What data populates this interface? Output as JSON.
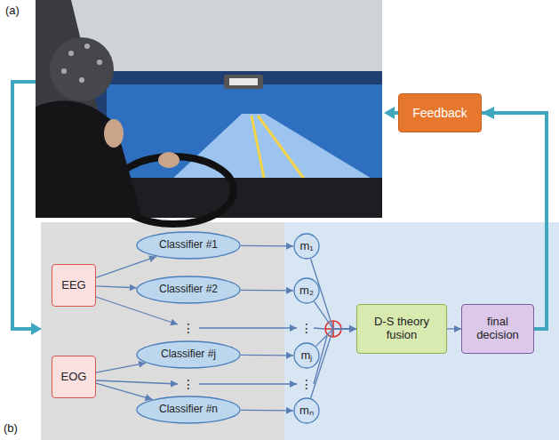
{
  "diagram": {
    "nodes": [
      {
        "text": [
          "Feedback"
        ]
      },
      {
        "text": [
          "EEG"
        ]
      },
      {
        "text": [
          "EOG"
        ]
      },
      {
        "text": [
          "Classifier #1"
        ]
      },
      {
        "text": [
          "Classifier #2"
        ]
      },
      {
        "text": [
          "Classifier #j"
        ]
      },
      {
        "text": [
          "Classifier #n"
        ]
      },
      {
        "text": [
          "m₁"
        ]
      },
      {
        "text": [
          "m₂"
        ]
      },
      {
        "text": [
          "mⱼ"
        ]
      },
      {
        "text": [
          "mₙ"
        ]
      },
      {
        "text": [
          "D-S theory fusion"
        ]
      },
      {
        "text": [
          "final decision"
        ]
      }
    ],
    "edges": [
      {
        "from": 1,
        "to": 3,
        "arrow": "to"
      },
      {
        "from": 1,
        "to": 4,
        "arrow": "to"
      },
      {
        "from": 2,
        "to": 5,
        "arrow": "to"
      },
      {
        "from": 2,
        "to": 6,
        "arrow": "to"
      },
      {
        "from": 3,
        "to": 7,
        "arrow": "to"
      },
      {
        "from": 4,
        "to": 8,
        "arrow": "to"
      },
      {
        "from": 5,
        "to": 9,
        "arrow": "to"
      },
      {
        "from": 6,
        "to": 10,
        "arrow": "to"
      },
      {
        "from": 7,
        "to": 11,
        "arrow": "to"
      },
      {
        "from": 8,
        "to": 11,
        "arrow": "to"
      },
      {
        "from": 9,
        "to": 11,
        "arrow": "to"
      },
      {
        "from": 10,
        "to": 11,
        "arrow": "to"
      },
      {
        "from": 11,
        "to": 12,
        "arrow": "to"
      },
      {
        "from": 12,
        "to": 0,
        "arrow": "to"
      }
    ],
    "labels": [
      "(a)",
      "(b)",
      "⋮",
      "⋮",
      "⋮",
      "⋮"
    ]
  }
}
